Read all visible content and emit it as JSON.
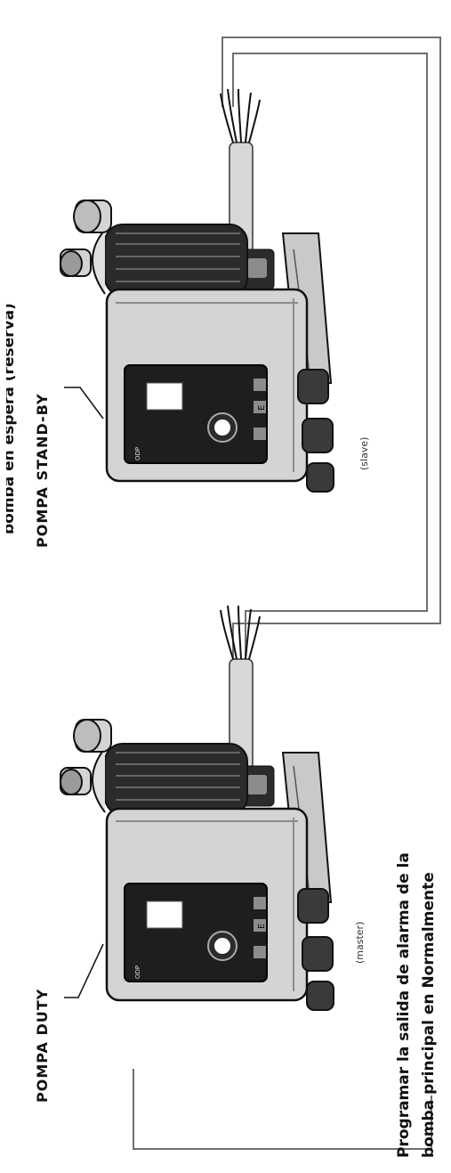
{
  "labels": {
    "top_caption": "bomba en espera (reserva)",
    "pump_duty": "POMPA DUTY",
    "pump_standby": "POMPA STAND-BY",
    "role_master": "(master)",
    "role_slave": "(slave)",
    "bottom_caption_line1": "Programar la salida de alarma de la",
    "bottom_caption_line2": "bomba principal en Normalmente"
  },
  "panel": {
    "button_e": "E",
    "brand": "ODP"
  },
  "colors": {
    "wire": "#6f6f6f",
    "body_dark": "#2b2b2b",
    "body_mid": "#8c8c8c",
    "body_light": "#d4d4d4",
    "panel": "#1e1e1e",
    "line": "#111111"
  }
}
